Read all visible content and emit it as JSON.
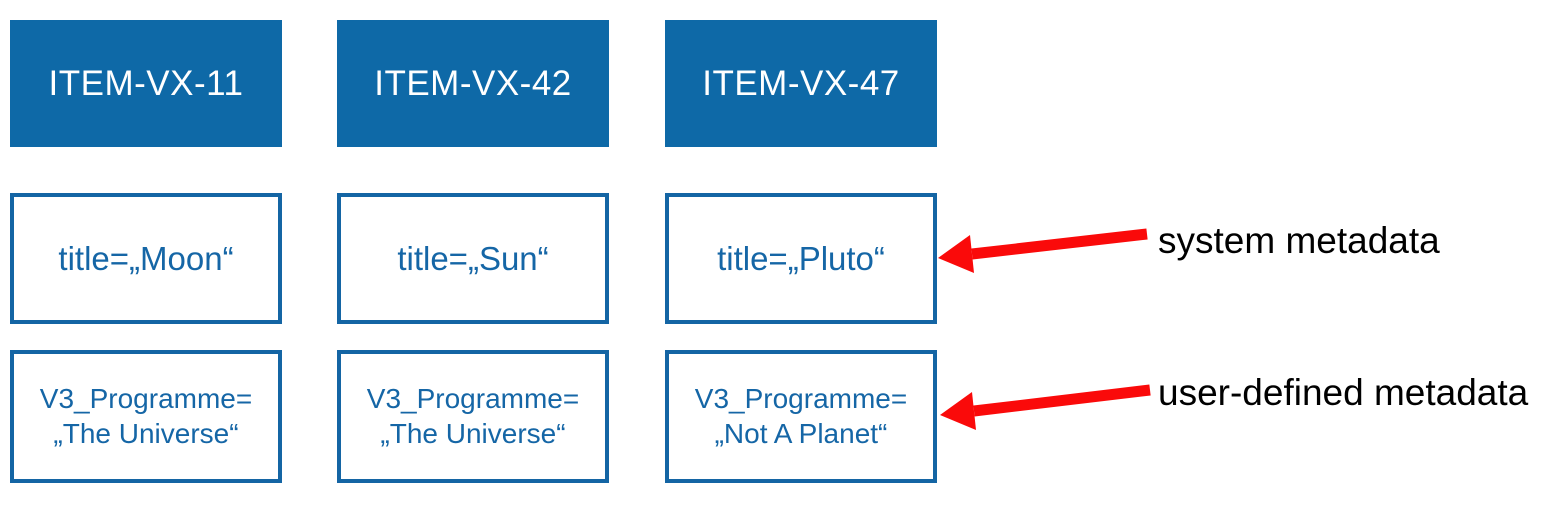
{
  "diagram": {
    "items": [
      {
        "id": "ITEM-VX-11",
        "system_metadata": "title=„Moon“",
        "user_metadata": [
          "V3_Programme=",
          "„The Universe“"
        ]
      },
      {
        "id": "ITEM-VX-42",
        "system_metadata": "title=„Sun“",
        "user_metadata": [
          "V3_Programme=",
          "„The Universe“"
        ]
      },
      {
        "id": "ITEM-VX-47",
        "system_metadata": "title=„Pluto“",
        "user_metadata": [
          "V3_Programme=",
          "„Not A Planet“"
        ]
      }
    ],
    "annotations": {
      "system": "system metadata",
      "user": "user-defined metadata"
    }
  },
  "colors": {
    "box_fill": "#0E69A7",
    "box_border": "#1465A4",
    "box_text_blue": "#1566A6",
    "item_text_white": "#FFFFFF",
    "arrow_red": "#FA0A0A",
    "annotation_text": "#000000",
    "background": "#FFFFFF"
  }
}
